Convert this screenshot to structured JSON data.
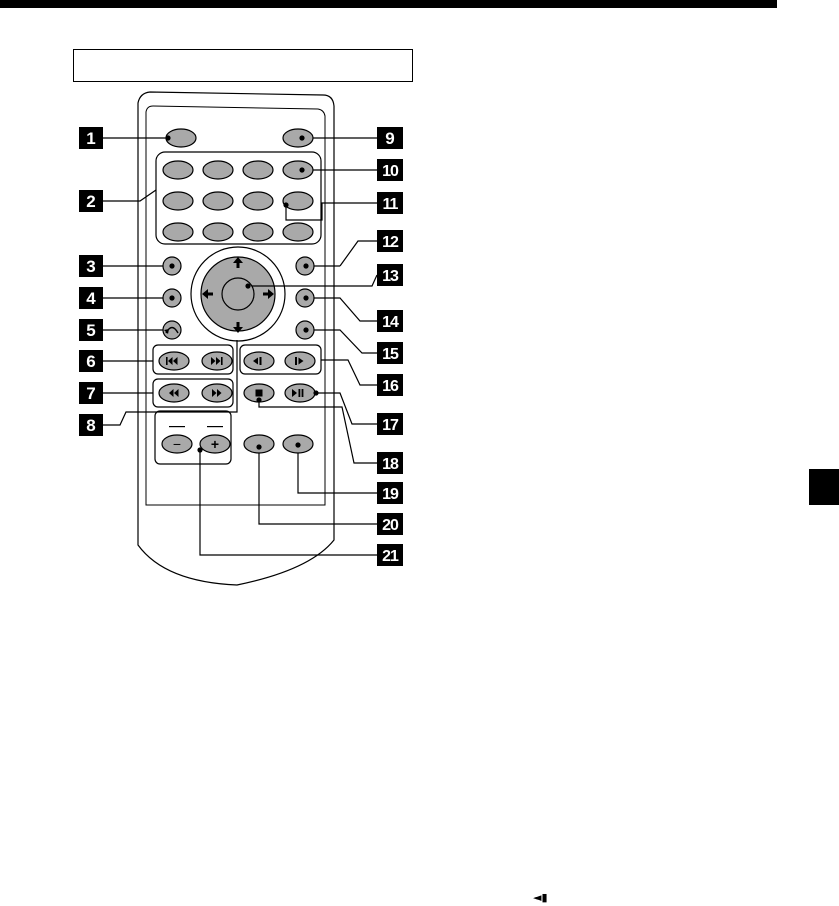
{
  "callouts": [
    "1",
    "2",
    "3",
    "4",
    "5",
    "6",
    "7",
    "8",
    "9",
    "10",
    "11",
    "12",
    "13",
    "14",
    "15",
    "16",
    "17",
    "18",
    "19",
    "20",
    "21"
  ],
  "caption": "",
  "icons": {
    "return": "return-arrow-icon",
    "prev": "previous-track-icon",
    "next": "next-track-icon",
    "rewind": "fast-rewind-icon",
    "forward": "fast-forward-icon",
    "slow_back": "slow-reverse-icon",
    "slow_fwd": "slow-forward-icon",
    "stop": "stop-icon",
    "play_pause": "play-pause-icon",
    "minus": "−",
    "plus": "+"
  },
  "footer_glyph": "◄▮",
  "colors": {
    "button_fill": "#a9a9a9",
    "outline": "#000000",
    "callout_fill": "#000000"
  }
}
